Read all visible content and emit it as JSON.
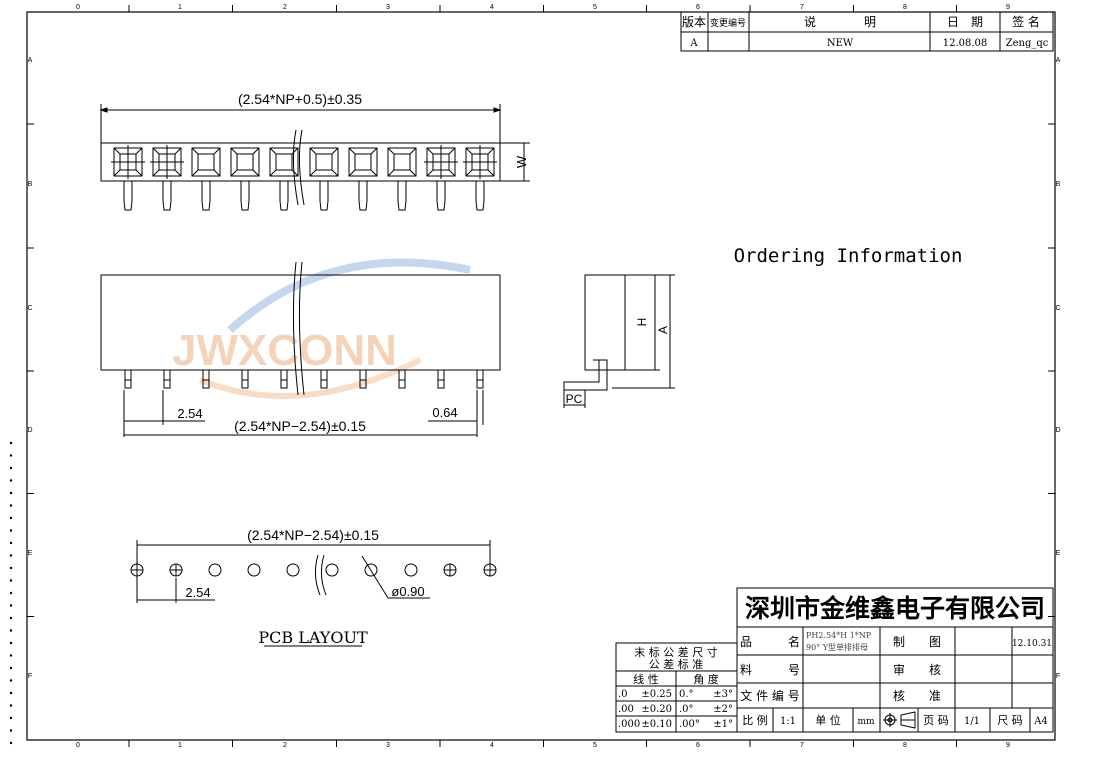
{
  "frame": {
    "column_labels": [
      "0",
      "1",
      "2",
      "3",
      "4",
      "5",
      "6",
      "7",
      "8",
      "9"
    ],
    "row_labels": [
      "A",
      "B",
      "C",
      "D",
      "E",
      "F"
    ]
  },
  "revision_table": {
    "headers": {
      "version": "版本",
      "change_no": "变更编号",
      "description": "说　　　　明",
      "date": "日　期",
      "signature": "签 名"
    },
    "rows": [
      {
        "version": "A",
        "change_no": "",
        "description": "NEW",
        "date": "12.08.08",
        "signature": "Zeng_qc"
      }
    ]
  },
  "drawing": {
    "top_view_dim": "(2.54*NP+0.5)±0.35",
    "width_label": "W",
    "front_pitch": "2.54",
    "front_pin_width": "0.64",
    "front_span": "(2.54*NP−2.54)±0.15",
    "side_height_label": "H",
    "side_total_label": "A",
    "side_pc_label": "PC",
    "pcb_span": "(2.54*NP−2.54)±0.15",
    "pcb_pitch": "2.54",
    "pcb_hole": "ø0.90",
    "pcb_layout_title": "PCB LAYOUT",
    "ordering_info": "Ordering Information",
    "watermark": "JWXCONN"
  },
  "tolerance_table": {
    "title": "末 标 公 差 尺 寸",
    "subtitle": "公 差 标 准",
    "col_linear": "线 性",
    "col_angle": "角 度",
    "rows": [
      {
        "lin": ".0",
        "lin_tol": "±0.25",
        "ang": "0.°",
        "ang_tol": "±3°"
      },
      {
        "lin": ".00",
        "lin_tol": "±0.20",
        "ang": ".0°",
        "ang_tol": "±2°"
      },
      {
        "lin": ".000",
        "lin_tol": "±0.10",
        "ang": ".00°",
        "ang_tol": "±1°"
      }
    ]
  },
  "title_block": {
    "company": "深圳市金维鑫电子有限公司",
    "product_name_label": "品　　　名",
    "product_name_line1": "PH2.54*H 1*NP",
    "product_name_line2": "90° Y型单排排母",
    "part_no_label": "料　　　号",
    "doc_no_label": "文 件 编 号",
    "drawn_label": "制　　图",
    "checked_label": "审　　核",
    "approved_label": "核　　准",
    "drawn_date": "12.10.31",
    "scale_label": "比 例",
    "scale_value": "1:1",
    "unit_label": "单 位",
    "unit_value": "mm",
    "page_label": "页 码",
    "page_value": "1/1",
    "size_label": "尺 码",
    "size_value": "A4"
  }
}
